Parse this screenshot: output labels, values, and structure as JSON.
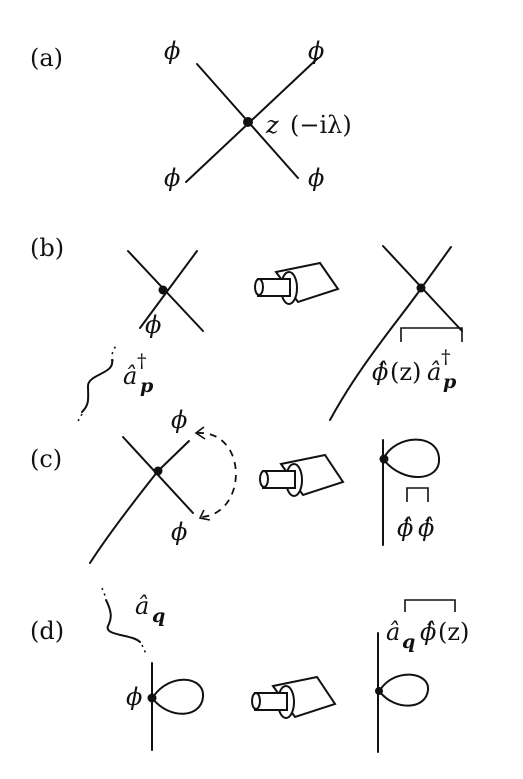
{
  "panels": {
    "a": {
      "label": "(a)",
      "fields": [
        "ϕ",
        "ϕ",
        "ϕ",
        "ϕ"
      ],
      "vertex": "z",
      "coupling": "(−iλ)"
    },
    "b": {
      "label": "(b)",
      "field": "ϕ",
      "operator": "â",
      "operator_sub": "p",
      "dagger": "†",
      "contraction_phi": "ϕ̂",
      "contraction_arg": "(z)",
      "contraction_op": "â",
      "contraction_sub": "p",
      "contraction_dagger": "†"
    },
    "c": {
      "label": "(c)",
      "fields": [
        "ϕ",
        "ϕ"
      ],
      "contraction": [
        "ϕ̂",
        "ϕ̂"
      ]
    },
    "d": {
      "label": "(d)",
      "operator": "â",
      "operator_sub": "q",
      "field": "ϕ",
      "contraction_op": "â",
      "contraction_sub": "q",
      "contraction_phi": "ϕ̂",
      "contraction_arg": "(z)"
    }
  },
  "colors": {
    "ink": "#111111",
    "arrow_fill": "#ffffff"
  },
  "icons": {
    "transform": "arrow-cone-icon"
  }
}
